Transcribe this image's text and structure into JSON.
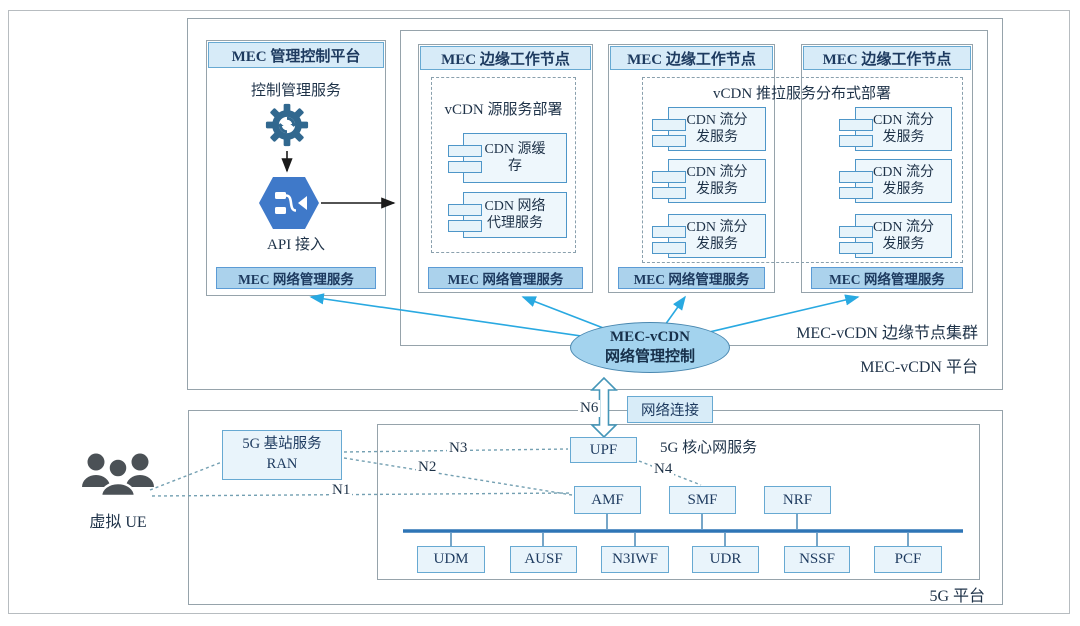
{
  "platform": {
    "label": "MEC-vCDN 平台",
    "cluster_label": "MEC-vCDN 边缘节点集群",
    "control": {
      "title": "MEC 管理控制平台",
      "service_label": "控制管理服务",
      "api_label": "API 接入",
      "bar": "MEC 网络管理服务"
    },
    "nodes": [
      {
        "title": "MEC 边缘工作节点",
        "deploy_label": "vCDN 源服务部署",
        "services": [
          "CDN 源缓\n存",
          "CDN 网络\n代理服务"
        ],
        "bar": "MEC 网络管理服务"
      },
      {
        "title": "MEC 边缘工作节点",
        "services": [
          "CDN 流分\n发服务",
          "CDN 流分\n发服务",
          "CDN 流分\n发服务"
        ],
        "bar": "MEC 网络管理服务"
      },
      {
        "title": "MEC 边缘工作节点",
        "services": [
          "CDN 流分\n发服务",
          "CDN 流分\n发服务",
          "CDN 流分\n发服务"
        ],
        "bar": "MEC 网络管理服务"
      }
    ],
    "push_pull_label": "vCDN 推拉服务分布式部署",
    "ellipse_label": "MEC-vCDN\n网络管理控制"
  },
  "link": {
    "n6": "N6",
    "label": "网络连接"
  },
  "g5": {
    "label": "5G 平台",
    "core_label": "5G 核心网服务",
    "ue_label": "虚拟 UE",
    "ran": "5G 基站服务\nRAN",
    "interfaces": {
      "n1": "N1",
      "n2": "N2",
      "n3": "N3",
      "n4": "N4"
    },
    "upf": "UPF",
    "amf": "AMF",
    "smf": "SMF",
    "nrf": "NRF",
    "bus_nodes": [
      "UDM",
      "AUSF",
      "N3IWF",
      "UDR",
      "NSSF",
      "PCF"
    ]
  },
  "colors": {
    "control_arrow_cyan": "#29a9e1",
    "bus_blue": "#2e75b6",
    "header_fill": "#d7ebf8",
    "bar_fill": "#abd2ec",
    "ellipse_fill": "#a3d3ee",
    "service_fill": "#eef7fc",
    "gear_blue": "#31688f",
    "hexagon_blue": "#3f79c9",
    "dashed_link": "#74a0b2",
    "text_navy": "#1d3a5f"
  },
  "icons": {
    "gear": "gear-sync-icon",
    "hexagon": "api-hexagon-icon",
    "users": "user-group-icon",
    "stack": "service-stack-icon"
  }
}
